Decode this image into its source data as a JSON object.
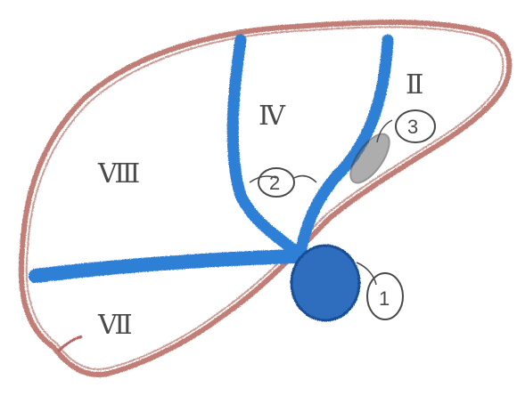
{
  "diagram": {
    "segments": {
      "II": "Ⅱ",
      "IV": "Ⅳ",
      "VII": "Ⅶ",
      "VIII": "Ⅷ"
    },
    "markers": {
      "one": "1",
      "two": "2",
      "three": "3"
    },
    "colors": {
      "outline": "#b5675f",
      "vessel": "#2f7fd6",
      "vessel_dark": "#1e62b8",
      "pencil": "#4a4a4a"
    }
  }
}
